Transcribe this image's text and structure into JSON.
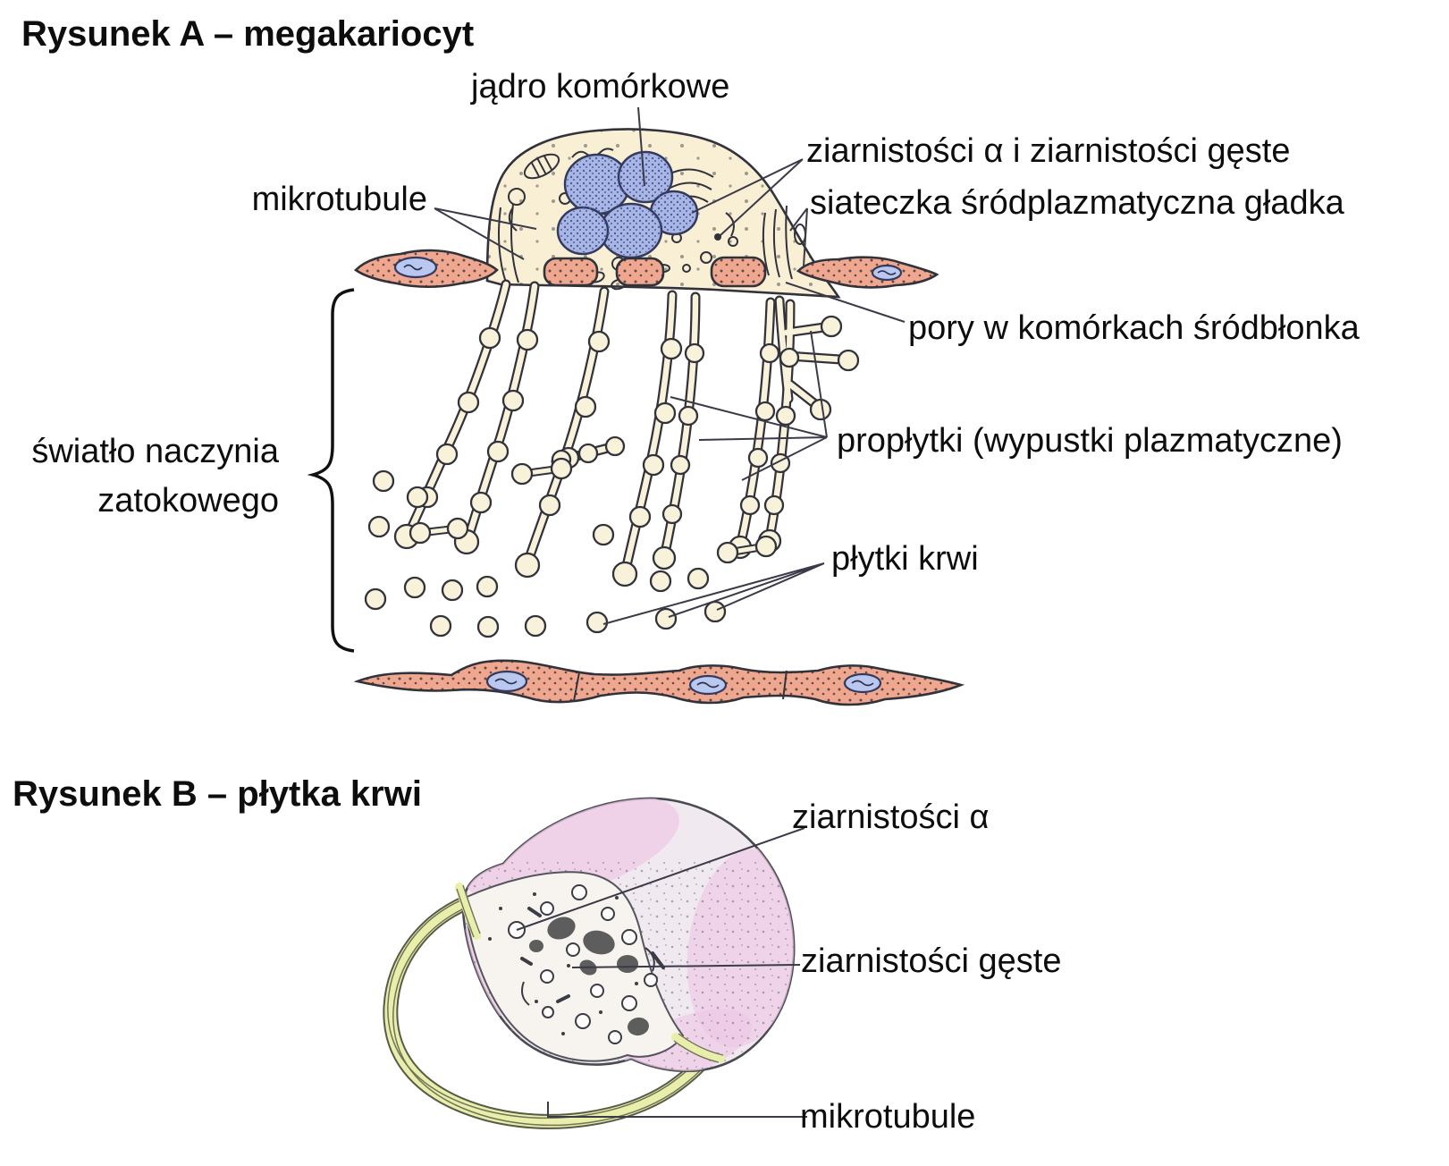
{
  "figure_a": {
    "title": "Rysunek A – megakariocyt",
    "labels": {
      "nucleus": "jądro komórkowe",
      "microtubules": "mikrotubule",
      "granules": "ziarnistości α i ziarnistości gęste",
      "ser": "siateczka śródplazmatyczna gładka",
      "pores": "pory w komórkach śródbłonka",
      "lumen1": "światło naczynia",
      "lumen2": "zatokowego",
      "proplatelets": "propłytki (wypustki plazmatyczne)",
      "platelets": "płytki krwi"
    }
  },
  "figure_b": {
    "title": "Rysunek B – płytka krwi",
    "labels": {
      "alpha_granules": "ziarnistości α",
      "dense_granules": "ziarnistości gęste",
      "microtubules": "mikrotubule"
    }
  },
  "colors": {
    "text": "#0d0d0d",
    "line": "#3a3a48",
    "cell-fill": "#f8efd5",
    "cell-stroke": "#32323c",
    "nucleus-fill": "#a9b6e3",
    "nucleus-stroke": "#333a5e",
    "vessel-fill": "#f0a78f",
    "vessel-nucleus": "#bac7ee",
    "bead-fill": "#f9f2da",
    "platelet-base": "#f1e9f0",
    "platelet-pink": "#eec9e5",
    "wedge": "#f7f3ef",
    "mt-band": "#e9efab",
    "mt-line": "#70735a",
    "granule-dark": "#5d5d5d"
  }
}
